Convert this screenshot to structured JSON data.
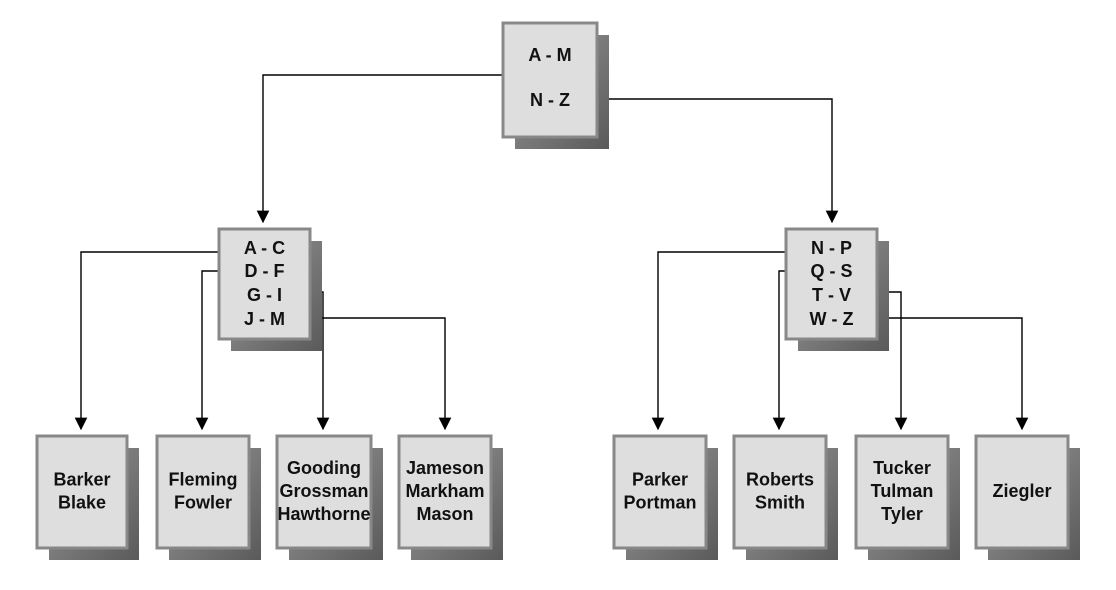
{
  "nodes": {
    "root": {
      "lines": [
        "A - M",
        "N - Z"
      ]
    },
    "left": {
      "lines": [
        "A - C",
        "D - F",
        "G - I",
        "J - M"
      ]
    },
    "right": {
      "lines": [
        "N - P",
        "Q - S",
        "T - V",
        "W - Z"
      ]
    },
    "leaves": [
      {
        "id": "leaf-1",
        "lines": [
          "Barker",
          "Blake"
        ]
      },
      {
        "id": "leaf-2",
        "lines": [
          "Fleming",
          "Fowler"
        ]
      },
      {
        "id": "leaf-3",
        "lines": [
          "Gooding",
          "Grossman",
          "Hawthorne"
        ]
      },
      {
        "id": "leaf-4",
        "lines": [
          "Jameson",
          "Markham",
          "Mason"
        ]
      },
      {
        "id": "leaf-5",
        "lines": [
          "Parker",
          "Portman"
        ]
      },
      {
        "id": "leaf-6",
        "lines": [
          "Roberts",
          "Smith"
        ]
      },
      {
        "id": "leaf-7",
        "lines": [
          "Tucker",
          "Tulman",
          "Tyler"
        ]
      },
      {
        "id": "leaf-8",
        "lines": [
          "Ziegler"
        ]
      }
    ]
  },
  "colors": {
    "box_fill": "#dedede",
    "box_border": "#888888",
    "shadow": "#7a7a7a",
    "line": "#000000"
  }
}
